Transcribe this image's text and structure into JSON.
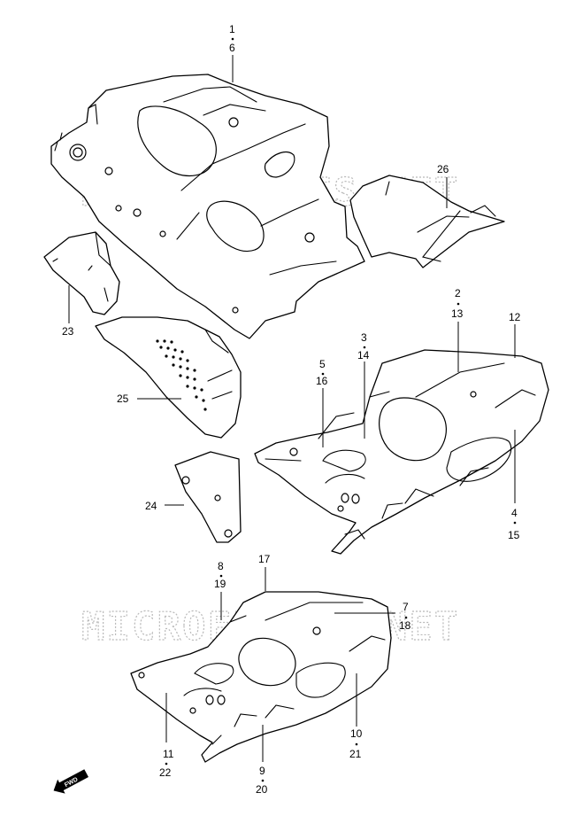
{
  "callouts": {
    "c1": "1",
    "c6": "6",
    "c26": "26",
    "c23": "23",
    "c25": "25",
    "c24": "24",
    "c2": "2",
    "c13": "13",
    "c12": "12",
    "c3": "3",
    "c14": "14",
    "c5": "5",
    "c16": "16",
    "c4": "4",
    "c15": "15",
    "c8": "8",
    "c19": "19",
    "c17": "17",
    "c7": "7",
    "c18": "18",
    "c11": "11",
    "c22": "22",
    "c10": "10",
    "c21": "21",
    "c9": "9",
    "c20": "20"
  },
  "watermark": "MICROFICHES.NET",
  "fwd_label": "FWD"
}
